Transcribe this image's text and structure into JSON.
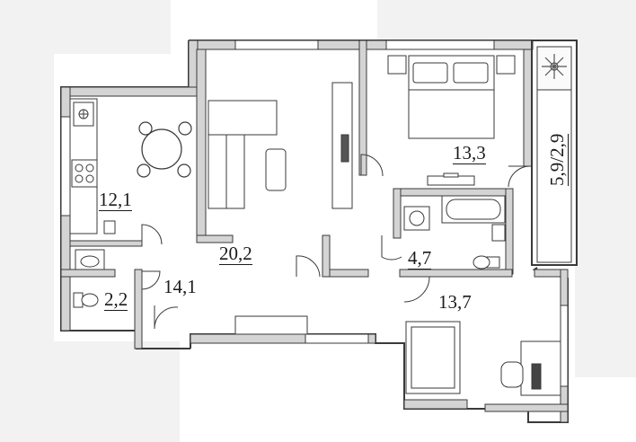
{
  "rooms": [
    {
      "id": "kitchen",
      "area": "12,1"
    },
    {
      "id": "living",
      "area": "20,2"
    },
    {
      "id": "bedroom1",
      "area": "13,3"
    },
    {
      "id": "balcony",
      "area": "5,9/2,9"
    },
    {
      "id": "bathroom",
      "area": "4,7"
    },
    {
      "id": "hall",
      "area": "14,1"
    },
    {
      "id": "wc",
      "area": "2,2"
    },
    {
      "id": "bedroom2",
      "area": "13,7"
    }
  ],
  "colors": {
    "wall": "#cfcfcf",
    "wall_dark": "#3a3a3a",
    "line": "#2a2a2a",
    "bg": "#ffffff",
    "shadow": "#f0f0f0"
  }
}
